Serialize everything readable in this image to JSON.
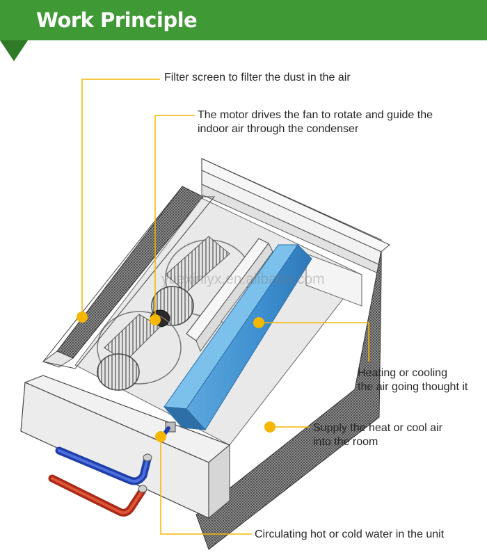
{
  "banner": {
    "title": "Work Principle",
    "color": "#3f9a35"
  },
  "callout_color": "#f5b700",
  "watermark": "yuexinlyx.en.alibaba.com",
  "labels": {
    "filter": "Filter screen to filter the dust in the air",
    "motor_line1": "The motor drives the fan to rotate and guide the",
    "motor_line2": "indoor air through the condenser",
    "heating_line1": "Heating or cooling",
    "heating_line2": "the air going thought it",
    "supply_line1": "Supply the heat or cool air",
    "supply_line2": "into the room",
    "water": "Circulating hot or cold water in the unit"
  }
}
